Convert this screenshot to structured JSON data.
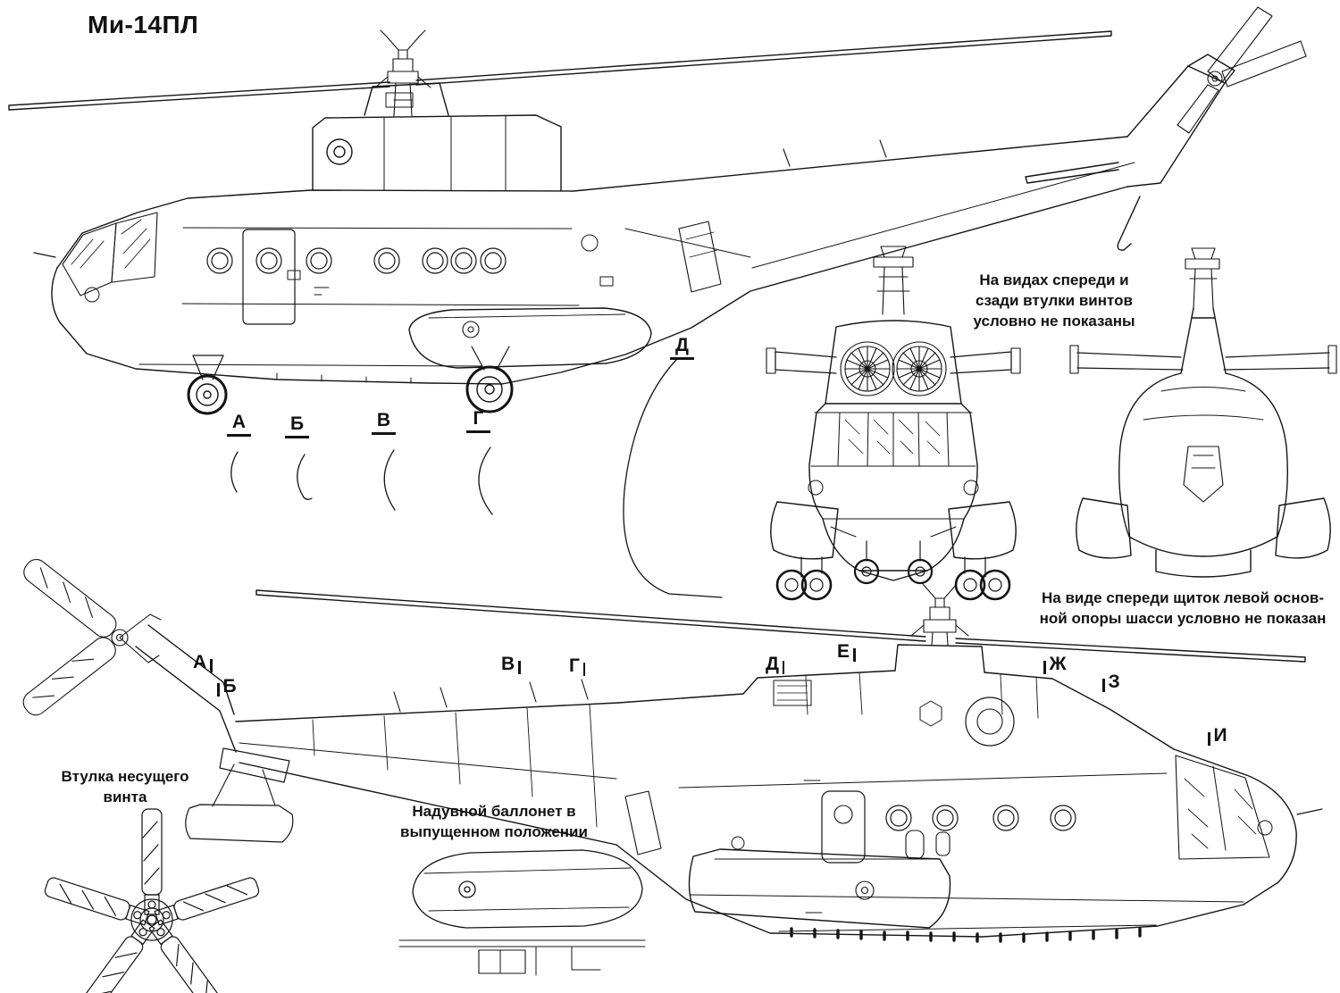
{
  "title": "Ми-14ПЛ",
  "notes": {
    "rotor_hub_note_lines": [
      "На видах спереди и",
      "сзади втулки винтов",
      "условно не показаны"
    ],
    "gear_shield_note_lines": [
      "На виде спереди щиток левой основ-",
      "ной опоры шасси условно не показан"
    ],
    "rotor_hub_caption_lines": [
      "Втулка несущего",
      "винта"
    ],
    "balloon_caption_lines": [
      "Надувной баллонет в",
      "выпущенном положении"
    ]
  },
  "section_labels_top": [
    {
      "letter": "А"
    },
    {
      "letter": "Б"
    },
    {
      "letter": "В"
    },
    {
      "letter": "Г"
    },
    {
      "letter": "Д"
    }
  ],
  "section_labels_bottom": [
    {
      "letter": "А"
    },
    {
      "letter": "Б"
    },
    {
      "letter": "В"
    },
    {
      "letter": "Г"
    },
    {
      "letter": "Д"
    },
    {
      "letter": "Е"
    },
    {
      "letter": "Ж"
    },
    {
      "letter": "З"
    },
    {
      "letter": "И"
    }
  ],
  "colors": {
    "line": "#141414",
    "background": "#ffffff"
  }
}
